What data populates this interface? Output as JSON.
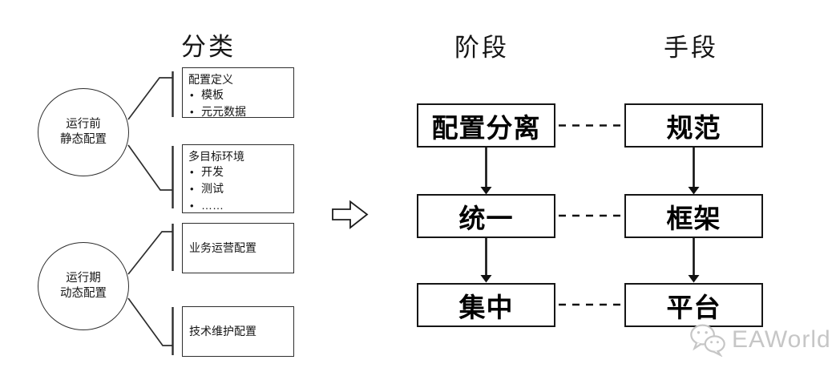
{
  "headers": {
    "classification": "分类",
    "stage": "阶段",
    "means": "手段"
  },
  "classification": {
    "groups": [
      {
        "circle_line1": "运行前",
        "circle_line2": "静态配置"
      },
      {
        "circle_line1": "运行期",
        "circle_line2": "动态配置"
      }
    ],
    "boxes": [
      {
        "title": "配置定义",
        "bullets": [
          "模板",
          "元元数据"
        ]
      },
      {
        "title": "多目标环境",
        "bullets": [
          "开发",
          "测试",
          "……"
        ]
      },
      {
        "title": "业务运营配置",
        "bullets": []
      },
      {
        "title": "技术维护配置",
        "bullets": []
      }
    ]
  },
  "flow": {
    "stages": [
      "配置分离",
      "统一",
      "集中"
    ],
    "means": [
      "规范",
      "框架",
      "平台"
    ]
  },
  "glyphs": {
    "bullet": "•"
  },
  "watermark": {
    "text": "EAWorld"
  },
  "colors": {
    "line": "#2e2e2e",
    "box_border": "#161616",
    "watermark": "#c6c6c6",
    "background": "#ffffff"
  }
}
